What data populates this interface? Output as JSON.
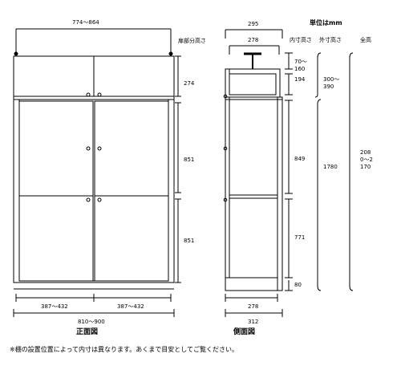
{
  "front_view": {
    "title": "正面図",
    "top_width": "774〜864",
    "door_height_label": "扉部分高さ",
    "heights": [
      "274",
      "851",
      "851"
    ],
    "bottom_door_widths": [
      "387〜432",
      "387〜432"
    ],
    "bottom_width": "810〜900"
  },
  "side_view": {
    "title": "側面図",
    "depth_outer": "295",
    "depth_inner": "278",
    "unit_label": "単位はmm",
    "column_headers": [
      "内寸高さ",
      "外寸高さ",
      "全高"
    ],
    "inner_heights": [
      "70〜160",
      "194",
      "849",
      "771",
      "80"
    ],
    "outer_heights": [
      "300〜390",
      "1780"
    ],
    "total_height": "2080〜2170",
    "bottom_inner_depth": "278",
    "bottom_outer_depth": "312"
  },
  "footnote": "※棚の設置位置によって内寸は異なります。あくまで目安としてご覧ください。"
}
